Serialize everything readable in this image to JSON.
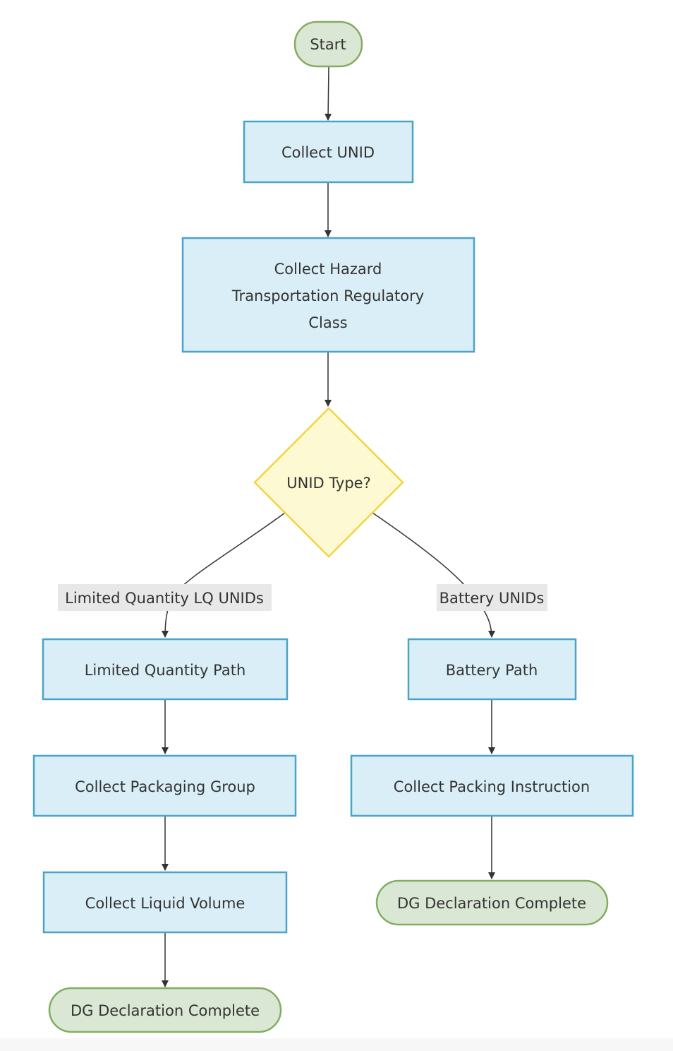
{
  "nodes": {
    "start": {
      "lines": [
        "Start"
      ]
    },
    "collect_unid": {
      "lines": [
        "Collect UNID"
      ]
    },
    "collect_hazard_class": {
      "lines": [
        "Collect Hazard",
        "Transportation Regulatory",
        "Class"
      ]
    },
    "unid_type": {
      "lines": [
        "UNID Type?"
      ]
    },
    "lq_path": {
      "lines": [
        "Limited Quantity Path"
      ]
    },
    "battery_path": {
      "lines": [
        "Battery Path"
      ]
    },
    "collect_packaging_group": {
      "lines": [
        "Collect Packaging Group"
      ]
    },
    "collect_packing_instruction": {
      "lines": [
        "Collect Packing Instruction"
      ]
    },
    "collect_liquid_volume": {
      "lines": [
        "Collect Liquid Volume"
      ]
    },
    "dg_complete_lq": {
      "lines": [
        "DG Declaration Complete"
      ]
    },
    "dg_complete_battery": {
      "lines": [
        "DG Declaration Complete"
      ]
    }
  },
  "edges": {
    "lq_label": "Limited Quantity LQ UNIDs",
    "battery_label": "Battery UNIDs"
  },
  "colors": {
    "terminal_fill": "#d9e7d4",
    "terminal_stroke": "#82ad61",
    "process_fill": "#d9eef7",
    "process_stroke": "#4aa3c9",
    "decision_fill": "#fdf9d3",
    "decision_stroke": "#f4d43f",
    "edge": "#333333",
    "edge_label_bg": "#e8e8e8"
  }
}
